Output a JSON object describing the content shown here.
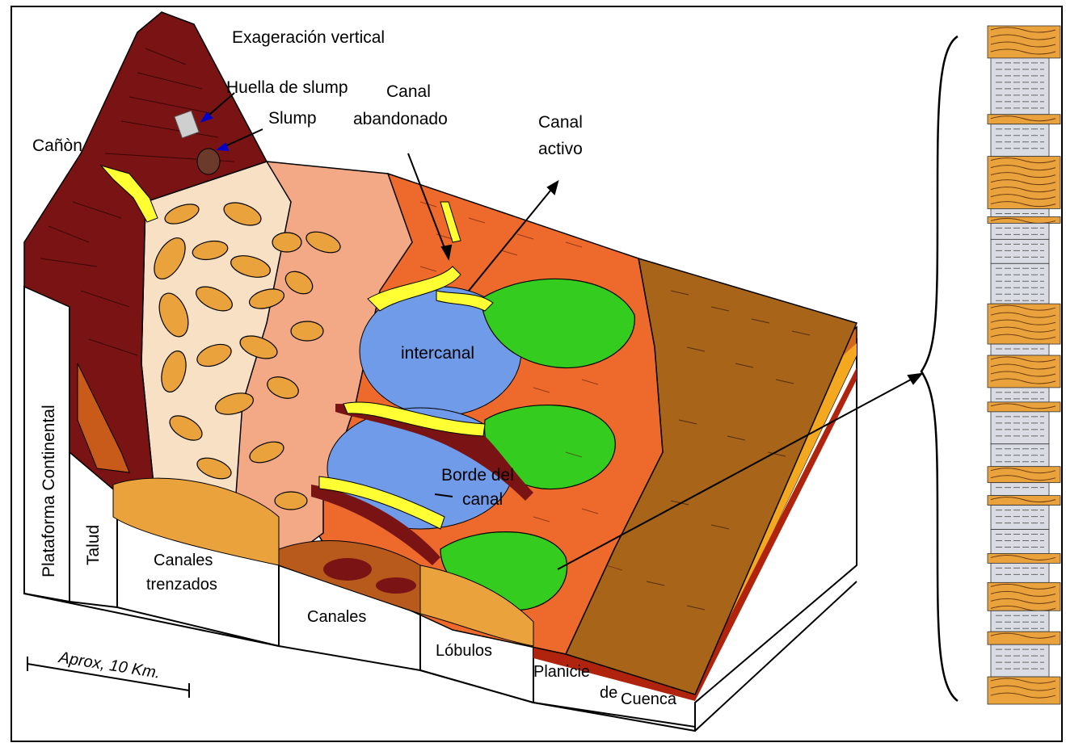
{
  "diagram": {
    "labels": {
      "exageracion": "Exageración vertical",
      "huella": "Huella de slump",
      "slump": "Slump",
      "canal_abandonado_1": "Canal",
      "canal_abandonado_2": "abandonado",
      "canal_activo_1": "Canal",
      "canal_activo_2": "activo",
      "canon": "Cañòn",
      "intercanal": "intercanal",
      "borde_1": "Borde del",
      "borde_2": "canal",
      "plataforma": "Plataforma Continental",
      "talud": "Talud",
      "canales_trenzados_1": "Canales",
      "canales_trenzados_2": "trenzados",
      "canales": "Canales",
      "lobulos": "Lóbulos",
      "planicie_1": "Planicie",
      "planicie_de": "de",
      "planicie_2": "Cuenca",
      "escala": "Aprox, 10 Km."
    },
    "colors": {
      "canyon": "#7a1414",
      "braided_zone": "#f7e0c4",
      "upper_fan": "#f3a886",
      "mid_fan": "#ee6a2c",
      "basin_plain": "#a8651a",
      "lobes": "#33cc1f",
      "interchannel": "#6f9be8",
      "channels": "#ffff33",
      "sand_bodies": "#e9a23c",
      "mud_layers": "#d9dde3"
    }
  }
}
